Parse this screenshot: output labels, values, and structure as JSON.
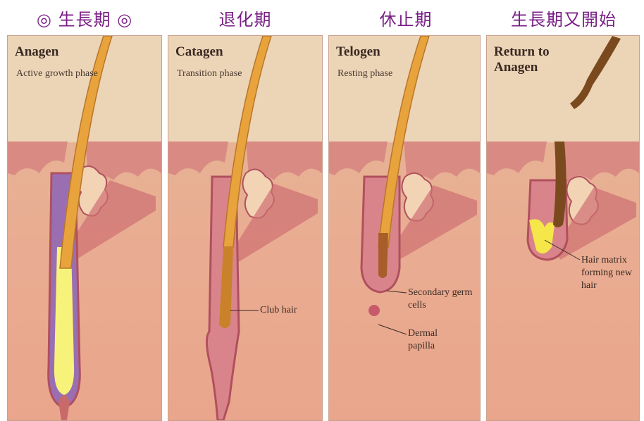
{
  "headings": [
    "◎ 生長期 ◎",
    "退化期",
    "休止期",
    "生長期又開始"
  ],
  "panels": [
    {
      "title": "Anagen",
      "subtitle": "Active growth phase"
    },
    {
      "title": "Catagen",
      "subtitle": "Transition phase"
    },
    {
      "title": "Telogen",
      "subtitle": "Resting phase"
    },
    {
      "title": "Return to Anagen",
      "subtitle": ""
    }
  ],
  "labels": {
    "club_hair": "Club hair",
    "secondary_germ_cells": "Secondary germ cells",
    "dermal_papilla": "Dermal papilla",
    "hair_matrix": "Hair matrix forming new hair"
  }
}
